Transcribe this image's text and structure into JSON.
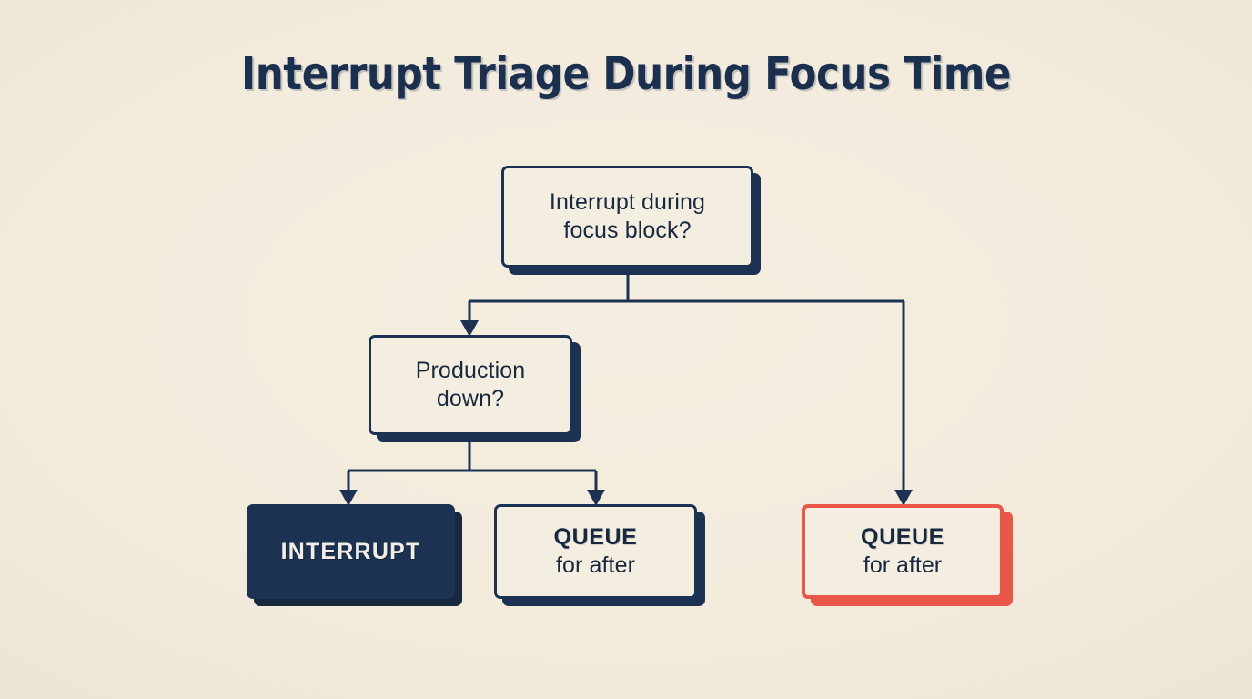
{
  "page": {
    "title": "Interrupt Triage During Focus Time",
    "background_color": "#f3ecdd",
    "ink_color": "#1b3252",
    "danger_color": "#ea5648"
  },
  "chart_data": {
    "type": "diagram",
    "title": "Interrupt Triage During Focus Time",
    "nodes": [
      {
        "id": "root",
        "kind": "decision",
        "style": "outline",
        "lines": [
          "Interrupt during",
          "focus block?"
        ]
      },
      {
        "id": "production",
        "kind": "decision",
        "style": "outline",
        "lines": [
          "Production",
          "down?"
        ]
      },
      {
        "id": "interrupt",
        "kind": "terminal",
        "style": "solid",
        "lines": [
          "INTERRUPT"
        ]
      },
      {
        "id": "queue-left",
        "kind": "terminal",
        "style": "outline",
        "lines": [
          "QUEUE",
          "for after"
        ]
      },
      {
        "id": "queue-right",
        "kind": "terminal",
        "style": "danger",
        "lines": [
          "QUEUE",
          "for after"
        ]
      }
    ],
    "edges": [
      {
        "from": "root",
        "to": "production",
        "label": ""
      },
      {
        "from": "root",
        "to": "queue-right",
        "label": ""
      },
      {
        "from": "production",
        "to": "interrupt",
        "label": ""
      },
      {
        "from": "production",
        "to": "queue-left",
        "label": ""
      }
    ]
  },
  "nodes": {
    "root": {
      "line1": "Interrupt during",
      "line2": "focus block?"
    },
    "production": {
      "line1": "Production",
      "line2": "down?"
    },
    "interrupt": {
      "line1": "INTERRUPT"
    },
    "queue_left": {
      "line1": "QUEUE",
      "line2": "for after"
    },
    "queue_right": {
      "line1": "QUEUE",
      "line2": "for after"
    }
  }
}
